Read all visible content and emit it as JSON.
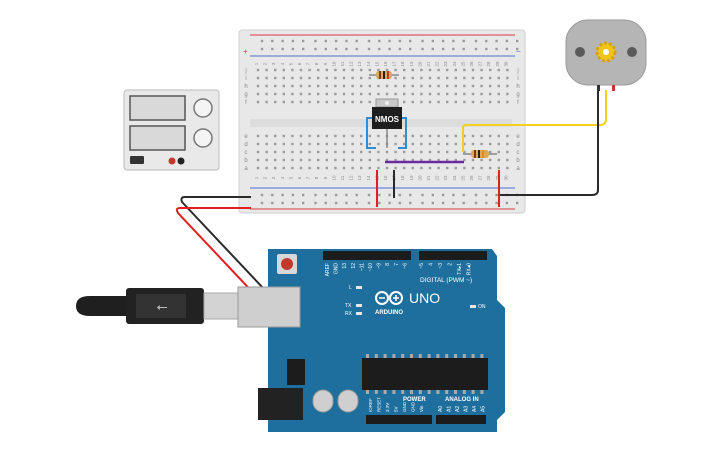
{
  "canvas": {
    "background": "#ffffff"
  },
  "breadboard": {
    "columns": 30,
    "row_letters_top": [
      "j",
      "i",
      "h",
      "g",
      "f"
    ],
    "row_letters_bottom": [
      "e",
      "d",
      "c",
      "b",
      "a"
    ],
    "rail_plus": "+",
    "rail_minus": "−",
    "column_label_numbers": [
      "1",
      "2",
      "3",
      "4",
      "5",
      "6",
      "7",
      "8",
      "9",
      "10",
      "11",
      "12",
      "13",
      "14",
      "15",
      "16",
      "17",
      "18",
      "19",
      "20",
      "21",
      "22",
      "23",
      "24",
      "25",
      "26",
      "27",
      "28",
      "29",
      "30"
    ],
    "colors": {
      "body": "#e8e8e8",
      "hole": "#9a9a9a",
      "red_line": "#d93a3a",
      "blue_line": "#4a6fcf"
    }
  },
  "transistor": {
    "label": "NMOS",
    "color_body": "#1e1e1e",
    "color_tab": "#c9c9c9"
  },
  "power_supply": {
    "color_body": "#e9e9e9",
    "display_color": "#d9d9d9"
  },
  "motor": {
    "color_body": "#b5b5b5",
    "gear_color": "#f0c419"
  },
  "arduino": {
    "brand": "ARDUINO",
    "model": "UNO",
    "digital_header_label": "DIGITAL (PWM ~)",
    "power_header_label": "POWER",
    "analog_header_label": "ANALOG IN",
    "led_labels": [
      "L",
      "TX",
      "RX",
      "ON"
    ],
    "top_pin_labels": [
      "AREF",
      "GND",
      "13",
      "12",
      "~11",
      "~10",
      "~9",
      "8",
      "7",
      "~6",
      "~5",
      "4",
      "~3",
      "2",
      "TX▸1",
      "RX◂0"
    ],
    "power_pin_labels": [
      "IOREF",
      "RESET",
      "3.3V",
      "5V",
      "GND",
      "GND",
      "Vin"
    ],
    "analog_pin_labels": [
      "A0",
      "A1",
      "A2",
      "A3",
      "A4",
      "A5"
    ],
    "colors": {
      "board": "#1f6f9e",
      "header": "#1c1c1c",
      "chip": "#1c1c1c",
      "reset": "#c0392b"
    }
  },
  "wires": {
    "colors": {
      "red": "#e02020",
      "black": "#2a2a2a",
      "yellow": "#f2d01c",
      "purple": "#6b2ca0",
      "blue": "#2c8fd6"
    }
  }
}
